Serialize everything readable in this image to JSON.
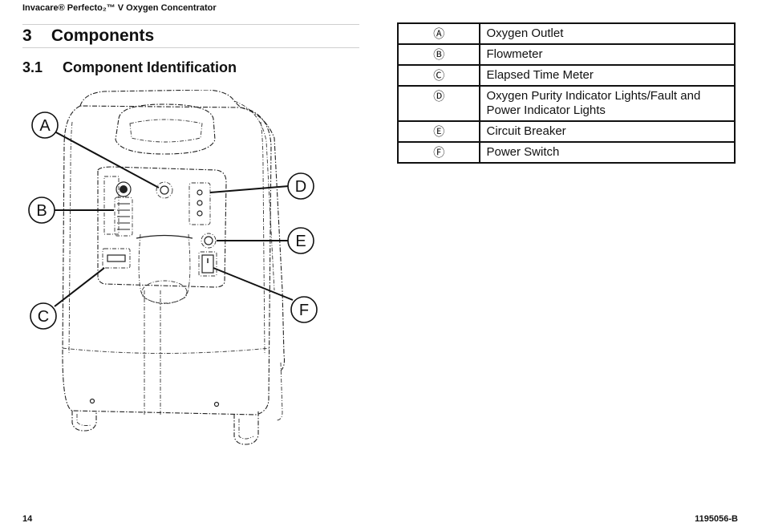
{
  "header": {
    "running_title": "Invacare® Perfecto₂™ V Oxygen Concentrator"
  },
  "chapter": {
    "number": "3",
    "title": "Components"
  },
  "section": {
    "number": "3.1",
    "title": "Component Identification"
  },
  "figure": {
    "callouts": [
      "A",
      "B",
      "C",
      "D",
      "E",
      "F"
    ]
  },
  "components": [
    {
      "letter": "Ⓐ",
      "name": "Oxygen Outlet"
    },
    {
      "letter": "Ⓑ",
      "name": "Flowmeter"
    },
    {
      "letter": "Ⓒ",
      "name": "Elapsed Time Meter"
    },
    {
      "letter": "Ⓓ",
      "name": "Oxygen Purity Indicator Lights/Fault and Power Indicator Lights"
    },
    {
      "letter": "Ⓔ",
      "name": "Circuit Breaker"
    },
    {
      "letter": "Ⓕ",
      "name": "Power Switch"
    }
  ],
  "footer": {
    "page_number": "14",
    "doc_number": "1195056-B"
  }
}
